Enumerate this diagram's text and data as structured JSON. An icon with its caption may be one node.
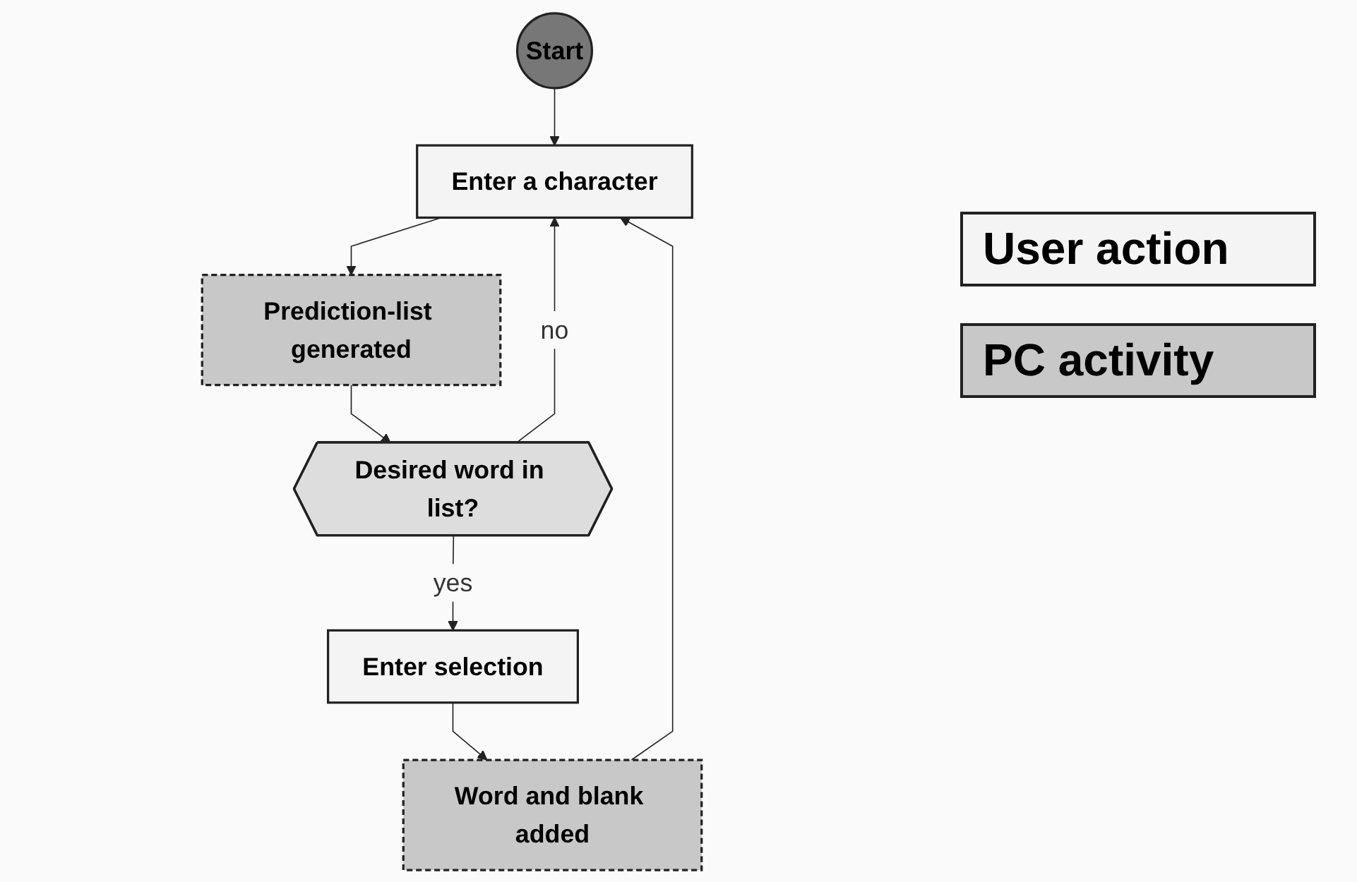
{
  "diagram": {
    "nodes": [
      {
        "text": [
          "Start"
        ]
      },
      {
        "text": [
          "Enter a character"
        ]
      },
      {
        "text": [
          "Prediction-list generated"
        ]
      },
      {
        "text": [
          "Desired word in list?"
        ]
      },
      {
        "text": [
          "Enter selection"
        ]
      },
      {
        "text": [
          "Word and blank added"
        ]
      }
    ],
    "edges": [
      {
        "from": 0,
        "to": 1,
        "arrow": "to"
      },
      {
        "from": 1,
        "to": 2,
        "arrow": "to"
      },
      {
        "from": 2,
        "to": 3,
        "arrow": "to"
      },
      {
        "from": 3,
        "to": 4,
        "arrow": "to",
        "label": "yes"
      },
      {
        "from": 4,
        "to": 5,
        "arrow": "to"
      },
      {
        "from": 3,
        "to": 1,
        "arrow": "to",
        "label": "no"
      },
      {
        "from": 5,
        "to": 1,
        "arrow": "to"
      }
    ],
    "legend": [
      {
        "text": "User action",
        "color": "#f4f4f4"
      },
      {
        "text": "PC activity",
        "color": "#c8c8c8"
      }
    ]
  }
}
